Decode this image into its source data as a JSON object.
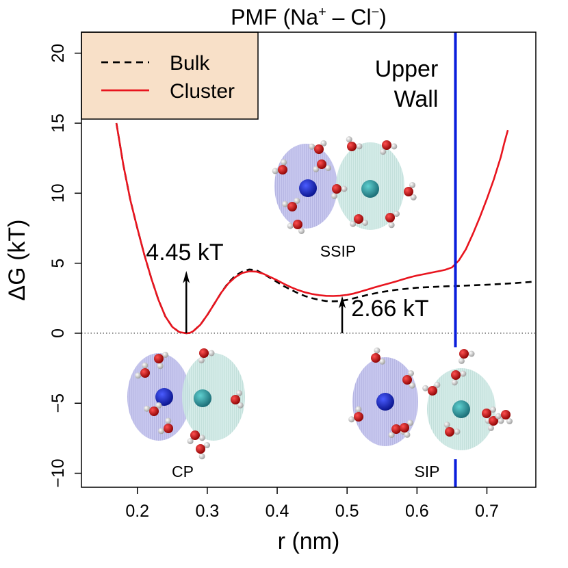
{
  "chart_data": {
    "type": "line",
    "title": {
      "main": "PMF (Na",
      "sup1": "+",
      "mid": " – Cl",
      "sup2": "−",
      "end": ")"
    },
    "xlabel": "r (nm)",
    "ylabel": "ΔG (kT)",
    "xlim": [
      0.12,
      0.77
    ],
    "ylim": [
      -11,
      21.5
    ],
    "xticks": [
      "0.2",
      "0.3",
      "0.4",
      "0.5",
      "0.6",
      "0.7"
    ],
    "xtick_values": [
      0.2,
      0.3,
      0.4,
      0.5,
      0.6,
      0.7
    ],
    "yticks": [
      "−10",
      "−5",
      "0",
      "5",
      "10",
      "15",
      "20"
    ],
    "ytick_values": [
      -10,
      -5,
      0,
      5,
      10,
      15,
      20
    ],
    "grid": false,
    "legend_position": "top-left",
    "zero_line": true,
    "series": [
      {
        "name": "Bulk",
        "color": "#000000",
        "style": "dashed",
        "x": [
          0.17,
          0.18,
          0.19,
          0.2,
          0.21,
          0.22,
          0.23,
          0.24,
          0.25,
          0.26,
          0.27,
          0.275,
          0.28,
          0.29,
          0.3,
          0.31,
          0.32,
          0.33,
          0.34,
          0.35,
          0.36,
          0.37,
          0.38,
          0.39,
          0.4,
          0.41,
          0.42,
          0.43,
          0.44,
          0.45,
          0.46,
          0.47,
          0.48,
          0.49,
          0.5,
          0.51,
          0.52,
          0.53,
          0.54,
          0.55,
          0.56,
          0.57,
          0.58,
          0.59,
          0.6,
          0.62,
          0.64,
          0.66,
          0.68,
          0.7,
          0.72,
          0.74,
          0.76,
          0.77
        ],
        "y": [
          15.0,
          12.0,
          9.5,
          7.5,
          5.6,
          3.9,
          2.4,
          1.2,
          0.45,
          0.08,
          0.0,
          0.02,
          0.15,
          0.6,
          1.3,
          2.1,
          2.9,
          3.6,
          4.1,
          4.4,
          4.55,
          4.5,
          4.25,
          3.95,
          3.65,
          3.35,
          3.1,
          2.85,
          2.65,
          2.5,
          2.38,
          2.3,
          2.28,
          2.3,
          2.38,
          2.5,
          2.62,
          2.75,
          2.85,
          2.95,
          3.02,
          3.1,
          3.15,
          3.2,
          3.25,
          3.3,
          3.35,
          3.38,
          3.42,
          3.46,
          3.52,
          3.58,
          3.65,
          3.7
        ]
      },
      {
        "name": "Cluster",
        "color": "#e8141e",
        "style": "solid",
        "x": [
          0.17,
          0.18,
          0.19,
          0.2,
          0.21,
          0.22,
          0.23,
          0.24,
          0.25,
          0.26,
          0.27,
          0.275,
          0.28,
          0.29,
          0.3,
          0.31,
          0.32,
          0.33,
          0.34,
          0.35,
          0.36,
          0.37,
          0.38,
          0.39,
          0.4,
          0.41,
          0.42,
          0.43,
          0.44,
          0.45,
          0.46,
          0.47,
          0.48,
          0.49,
          0.5,
          0.51,
          0.52,
          0.53,
          0.54,
          0.55,
          0.56,
          0.57,
          0.58,
          0.59,
          0.6,
          0.61,
          0.62,
          0.63,
          0.64,
          0.65,
          0.66,
          0.67,
          0.68,
          0.69,
          0.7,
          0.71,
          0.72,
          0.725,
          0.73
        ],
        "y": [
          15.0,
          12.0,
          9.5,
          7.5,
          5.6,
          3.9,
          2.4,
          1.2,
          0.45,
          0.08,
          0.0,
          0.02,
          0.15,
          0.6,
          1.3,
          2.1,
          2.9,
          3.55,
          4.0,
          4.3,
          4.42,
          4.4,
          4.25,
          4.02,
          3.78,
          3.52,
          3.28,
          3.08,
          2.92,
          2.8,
          2.72,
          2.67,
          2.66,
          2.68,
          2.74,
          2.84,
          2.98,
          3.13,
          3.28,
          3.42,
          3.56,
          3.7,
          3.85,
          4.0,
          4.12,
          4.22,
          4.32,
          4.42,
          4.52,
          4.7,
          5.2,
          6.0,
          7.1,
          8.3,
          9.6,
          11.0,
          12.6,
          13.6,
          14.5
        ]
      }
    ],
    "legend": [
      "Bulk",
      "Cluster"
    ],
    "wall": {
      "x": 0.655,
      "color": "#0a1edc",
      "label_line1": "Upper",
      "label_line2": "Wall"
    },
    "barriers": [
      {
        "label": "4.45 kT",
        "x": 0.27,
        "from": 0.0,
        "to": 4.45
      },
      {
        "label": "2.66 kT",
        "x": 0.493,
        "from": 0.0,
        "to": 2.66
      }
    ],
    "structure_labels": {
      "ssip": "SSIP",
      "cp": "CP",
      "sip": "SIP"
    },
    "annotation_color": "#1ec81e"
  }
}
